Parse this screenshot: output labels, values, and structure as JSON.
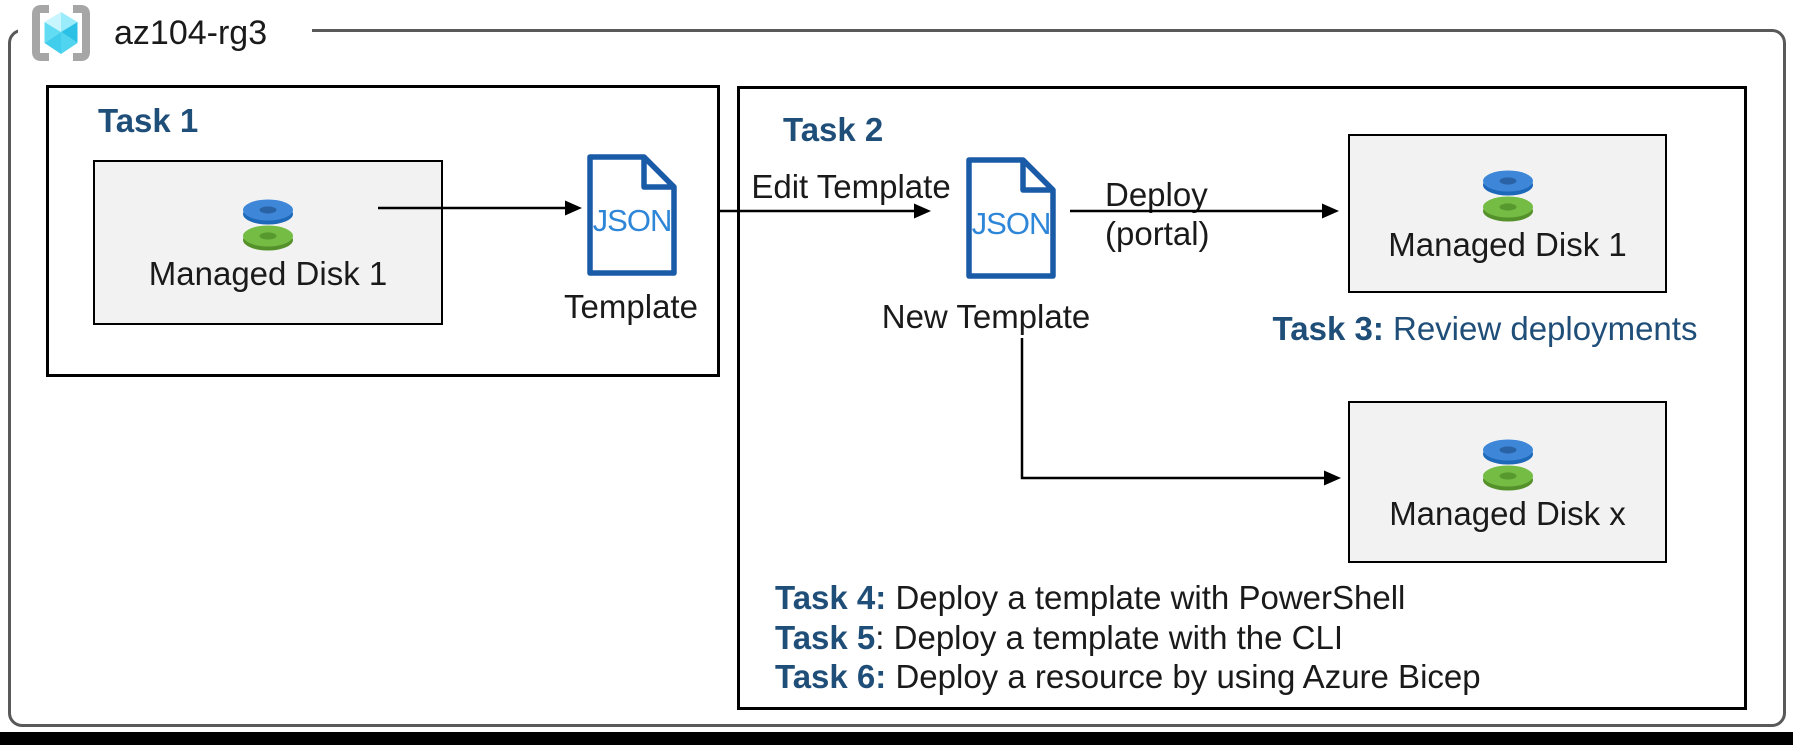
{
  "diagram": {
    "resource_group": "az104-rg3",
    "task1": {
      "title": "Task 1",
      "disk_box_label": "Managed Disk 1",
      "json_icon_text": "JSON",
      "template_label": "Template"
    },
    "task2": {
      "title": "Task 2",
      "edit_template_label": "Edit Template",
      "json_icon_text": "JSON",
      "new_template_label": "New Template",
      "deploy_label": "Deploy",
      "deploy_sublabel": "(portal)",
      "managed_disk1_label": "Managed Disk 1",
      "managed_diskx_label": "Managed Disk x",
      "task3": {
        "prefix": "Task 3:",
        "rest": " Review deployments"
      }
    },
    "tasks": [
      {
        "prefix": "Task 4:",
        "rest": " Deploy a template with PowerShell"
      },
      {
        "prefix": "Task 5",
        "rest": ": Deploy a template with the CLI"
      },
      {
        "prefix": "Task 6:",
        "rest": " Deploy a resource by using Azure Bicep"
      }
    ],
    "colors": {
      "navy_text": "#1F4E79",
      "outer_border": "#595959",
      "box_border": "#000000",
      "disk_box_fill": "#F2F2F2",
      "json_outline": "#1A5BA8",
      "json_text": "#2E86D8",
      "disk_blue": "#3E87D8",
      "disk_green": "#74BC44",
      "cube_cyan": "#50D4F0",
      "bracket_gray": "#A6A6A6",
      "arrow": "#000000"
    }
  }
}
